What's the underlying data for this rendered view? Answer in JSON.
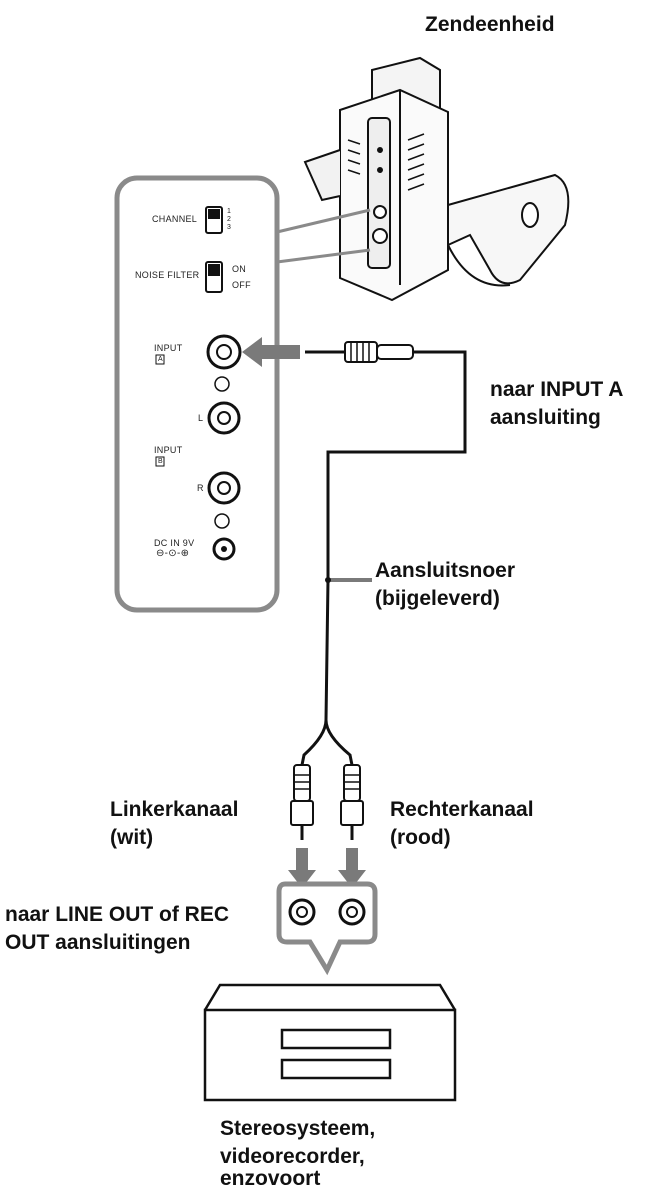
{
  "labels": {
    "transmitter": "Zendeenheid",
    "to_input_a": [
      "naar INPUT A",
      "aansluiting"
    ],
    "cord": [
      "Aansluitsnoer",
      "(bijgeleverd)"
    ],
    "left_channel": [
      "Linkerkanaal",
      "(wit)"
    ],
    "right_channel": [
      "Rechterkanaal",
      "(rood)"
    ],
    "line_out": [
      "naar LINE OUT of REC",
      "OUT aansluitingen"
    ],
    "stereo": [
      "Stereosysteem,",
      "videorecorder,",
      "enzovoort"
    ]
  },
  "panel": {
    "channel": "CHANNEL",
    "channel_positions": [
      "1",
      "2",
      "3"
    ],
    "noise_filter": "NOISE FILTER",
    "noise_filter_on": "ON",
    "noise_filter_off": "OFF",
    "input_a": "INPUT",
    "input_a_letter": "A",
    "input_b": "INPUT",
    "input_b_letter": "B",
    "left": "L",
    "right": "R",
    "dc_in": "DC IN 9V"
  },
  "colors": {
    "line": "#111111",
    "arrow": "#7a7a7a",
    "frame": "#8a8a8a",
    "panel_bg": "#ffffff"
  }
}
